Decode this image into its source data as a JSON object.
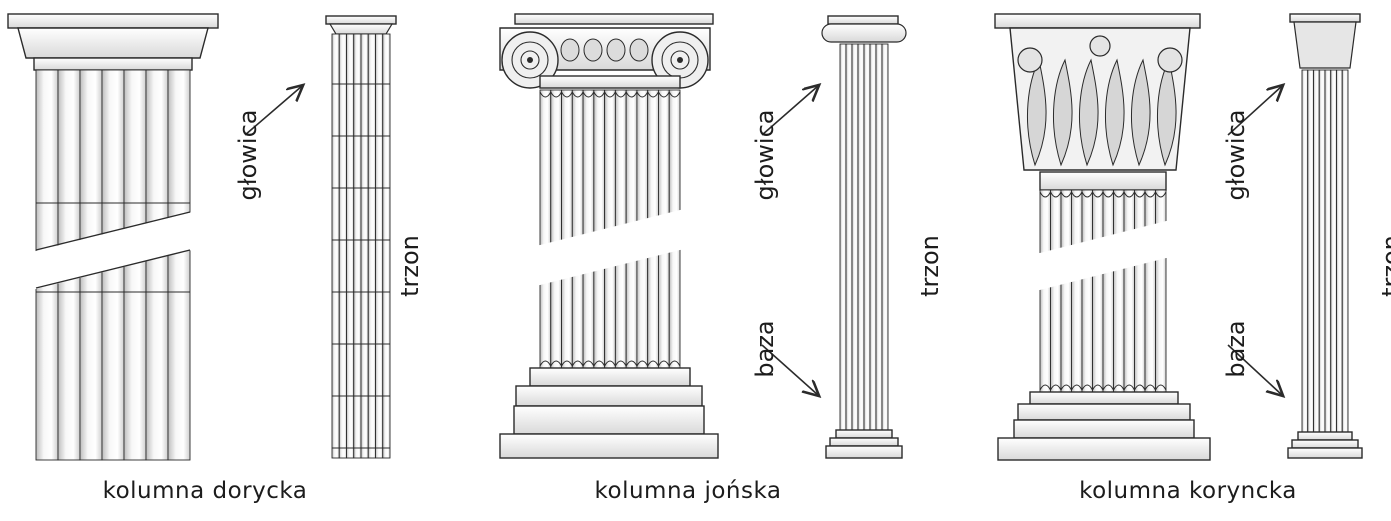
{
  "columns": [
    {
      "caption": "kolumna dorycka",
      "label_capital": "głowica",
      "label_shaft": "trzon"
    },
    {
      "caption": "kolumna jońska",
      "label_capital": "głowica",
      "label_shaft": "trzon",
      "label_base": "baza"
    },
    {
      "caption": "kolumna koryncka",
      "label_capital": "głowica",
      "label_shaft": "trzon",
      "label_base": "baza"
    }
  ],
  "colors": {
    "line": "#2b2b2b",
    "fill_light": "#f4f4f4",
    "fill_shade": "#c8c8c8"
  }
}
